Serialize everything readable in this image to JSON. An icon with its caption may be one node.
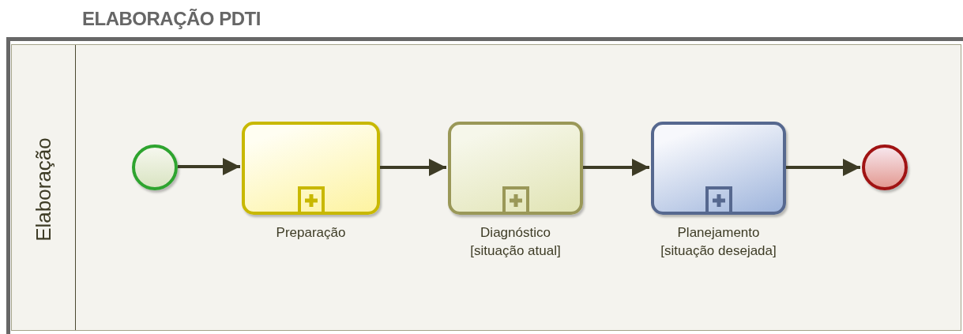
{
  "diagram": {
    "title": "ELABORAÇÃO PDTI",
    "nodes": [
      {
        "text": [
          "Elaboração"
        ]
      },
      {
        "text": [],
        "shape": "circle",
        "in": 0
      },
      {
        "text": [
          "Preparação"
        ],
        "in": 0
      },
      {
        "text": [
          "Diagnóstico [situação atual]"
        ],
        "in": 0
      },
      {
        "text": [
          "Planejamento [situação desejada]"
        ],
        "in": 0
      },
      {
        "text": [],
        "shape": "circle",
        "in": 0
      }
    ],
    "edges": [
      {
        "from": 1,
        "to": 2,
        "arrow": "to"
      },
      {
        "from": 2,
        "to": 3,
        "arrow": "to"
      },
      {
        "from": 3,
        "to": 4,
        "arrow": "to"
      },
      {
        "from": 4,
        "to": 5,
        "arrow": "to"
      }
    ]
  }
}
